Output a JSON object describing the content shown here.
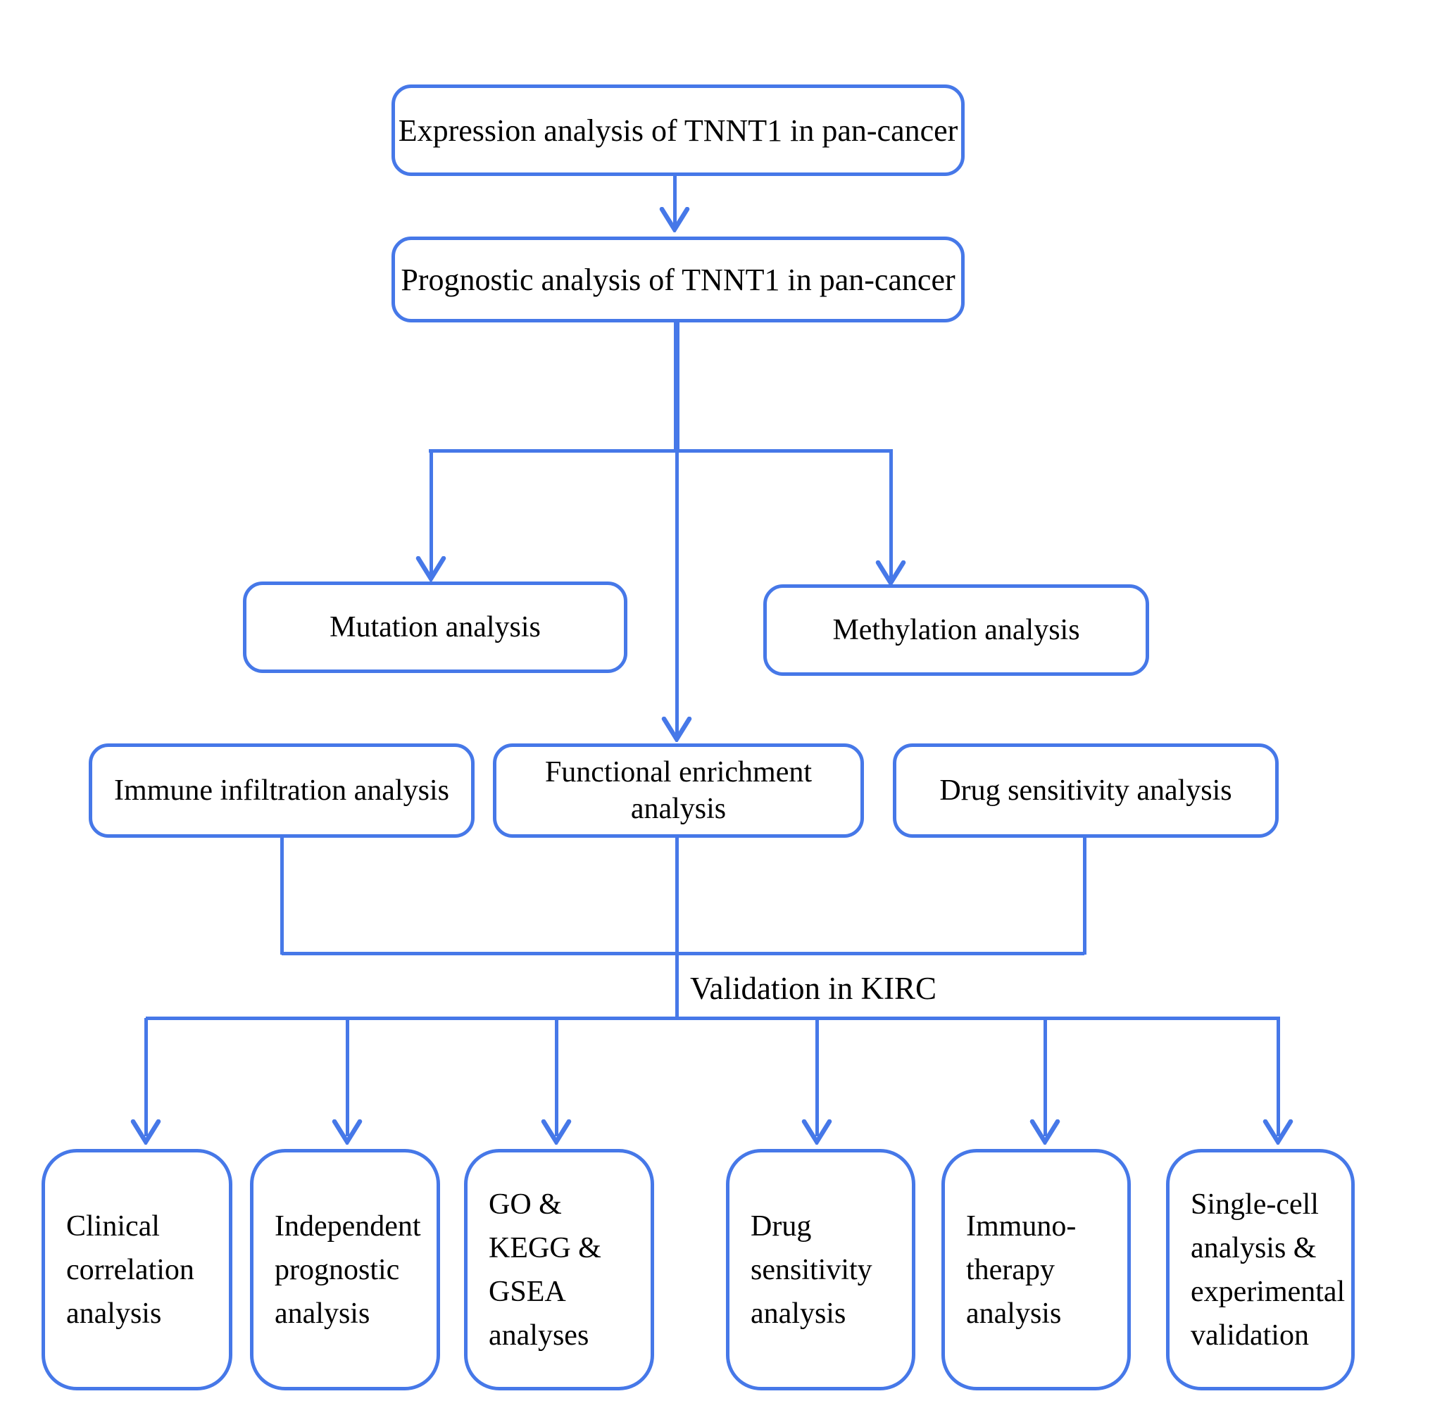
{
  "nodes": {
    "expression": "Expression analysis of TNNT1 in pan-cancer",
    "prognostic": "Prognostic analysis of TNNT1 in pan-cancer",
    "mutation": "Mutation analysis",
    "methylation": "Methylation analysis",
    "immune_infiltration": "Immune infiltration analysis",
    "functional_enrichment": "Functional enrichment analysis",
    "drug_sensitivity": "Drug sensitivity analysis",
    "validation_label": "Validation in KIRC",
    "clinical_correlation": "Clinical\ncorrelation\nanalysis",
    "independent_prognostic": "Independent\nprognostic\nanalysis",
    "go_kegg_gsea": "GO &\nKEGG &\nGSEA\nanalyses",
    "drug_sensitivity_kirc": "Drug\nsensitivity\nanalysis",
    "immunotherapy": "Immuno-\ntherapy\nanalysis",
    "single_cell": "Single-cell\nanalysis &\nexperimental\nvalidation"
  },
  "colors": {
    "line": "#4678E8",
    "text": "#000000",
    "background": "#FFFFFF"
  }
}
